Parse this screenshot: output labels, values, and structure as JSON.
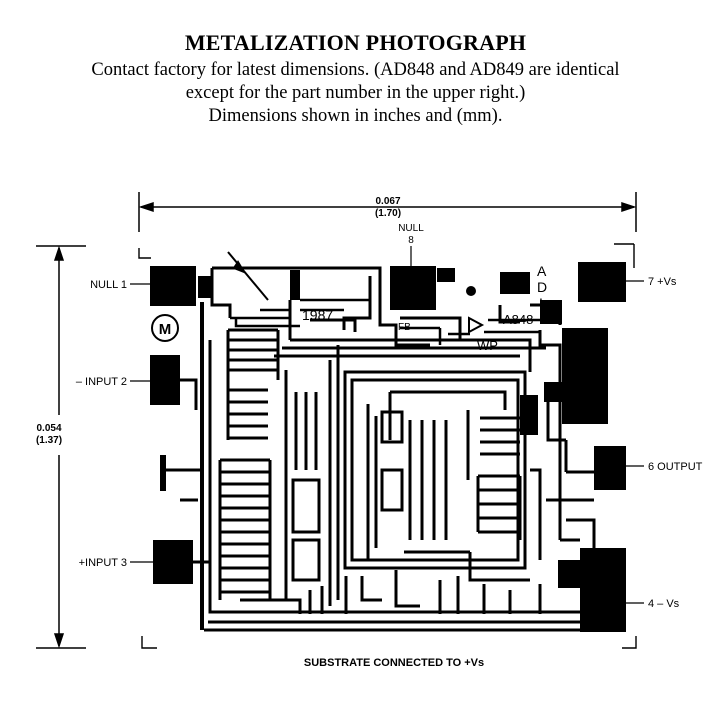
{
  "header": {
    "title": "METALIZATION PHOTOGRAPH",
    "line1": "Contact factory for latest dimensions. (AD848 and AD849 are identical",
    "line2": "except for the part number in the upper right.)",
    "line3": "Dimensions shown in inches and (mm)."
  },
  "dimensions": {
    "width_in": "0.067",
    "width_mm": "(1.70)",
    "height_in": "0.054",
    "height_mm": "(1.37)"
  },
  "pins": {
    "null1": "NULL 1",
    "null8_name": "NULL",
    "null8_num": "8",
    "minus_input": "– INPUT 2",
    "plus_input": "+INPUT 3",
    "plus_vs": "7 +Vs",
    "output": "6 OUTPUT",
    "minus_vs": "4 – Vs"
  },
  "die_markings": {
    "year": "1987",
    "part": "A848",
    "fb": "FB",
    "wp": "WP",
    "adi_a": "A",
    "adi_d": "D",
    "adi_i": "I",
    "logo": "M"
  },
  "footer": {
    "substrate": "SUBSTRATE CONNECTED TO +Vs"
  }
}
